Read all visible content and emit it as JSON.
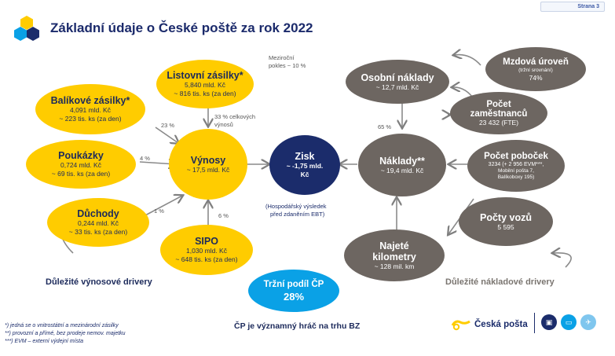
{
  "page_label": "Strana 3",
  "title": "Základní údaje o České poště za rok 2022",
  "colors": {
    "yellow": "#ffcc00",
    "gray": "#6d6661",
    "navy": "#1b2c6b",
    "blue": "#0aa1e6"
  },
  "revenue": {
    "listovni": {
      "title": "Listovní zásilky*",
      "line1": "5,840 mld. Kč",
      "line2": "~ 816 tis. ks (za den)"
    },
    "balikove": {
      "title": "Balíkové zásilky*",
      "line1": "4,091 mld. Kč",
      "line2": "~ 223 tis. ks (za den)"
    },
    "poukazky": {
      "title": "Poukázky",
      "line1": "0,724 mld. Kč",
      "line2": "~ 69 tis. ks (za den)"
    },
    "duchody": {
      "title": "Důchody",
      "line1": "0,244 mld. Kč",
      "line2": "~ 33 tis. ks (za den)"
    },
    "sipo": {
      "title": "SIPO",
      "line1": "1,030 mld. Kč",
      "line2": "~ 648 tis. ks (za den)"
    },
    "vynosy": {
      "title": "Výnosy",
      "line1": "~ 17,5 mld. Kč"
    }
  },
  "profit": {
    "title": "Zisk",
    "line1": "~ -1,75 mld.",
    "line2": "Kč",
    "note1": "(Hospodářský výsledek",
    "note2": "před zdaněním EBT)"
  },
  "costs": {
    "osobni": {
      "title": "Osobní náklady",
      "line1": "~ 12,7 mld. Kč"
    },
    "naklady": {
      "title": "Náklady**",
      "line1": "~ 19,4 mld. Kč"
    },
    "mzdova": {
      "title": "Mzdová úroveň",
      "line1": "(tržní srovnání)",
      "line2": "74%"
    },
    "zamestnanci": {
      "title1": "Počet",
      "title2": "zaměstnanců",
      "line1": "23 432 (FTE)"
    },
    "pobocky": {
      "title": "Počet poboček",
      "line1": "3234 (+ 2 956 EVM***,",
      "line2": "Mobilní pošta 7,",
      "line3": "Balíkoboxy 195)"
    },
    "vozy": {
      "title": "Počty vozů",
      "line1": "5 595"
    },
    "kilometry": {
      "title1": "Najeté",
      "title2": "kilometry",
      "line1": "~ 128 mil. km"
    }
  },
  "market": {
    "title": "Tržní podíl ČP",
    "value": "28%"
  },
  "labels": {
    "meziroc1": "Meziroční",
    "meziroc2": "pokles ~ 10 %",
    "pct23": "23 %",
    "pct33a": "33 % celkových",
    "pct33b": "výnosů",
    "pct4": "4 %",
    "pct1": "1 %",
    "pct6": "6 %",
    "pct65": "65 %"
  },
  "drivers_left": "Důležité výnosové drivery",
  "drivers_right": "Důležité nákladové drivery",
  "footnotes": [
    "*) jedná se o vnitrostátní a mezinárodní zásilky",
    "**) provozní a přímé, bez prodeje nemov. majetku",
    "***) EVM – externí výdejní místa"
  ],
  "bz_text": "ČP je významný hráč na trhu BZ",
  "brand_name": "Česká pošta"
}
